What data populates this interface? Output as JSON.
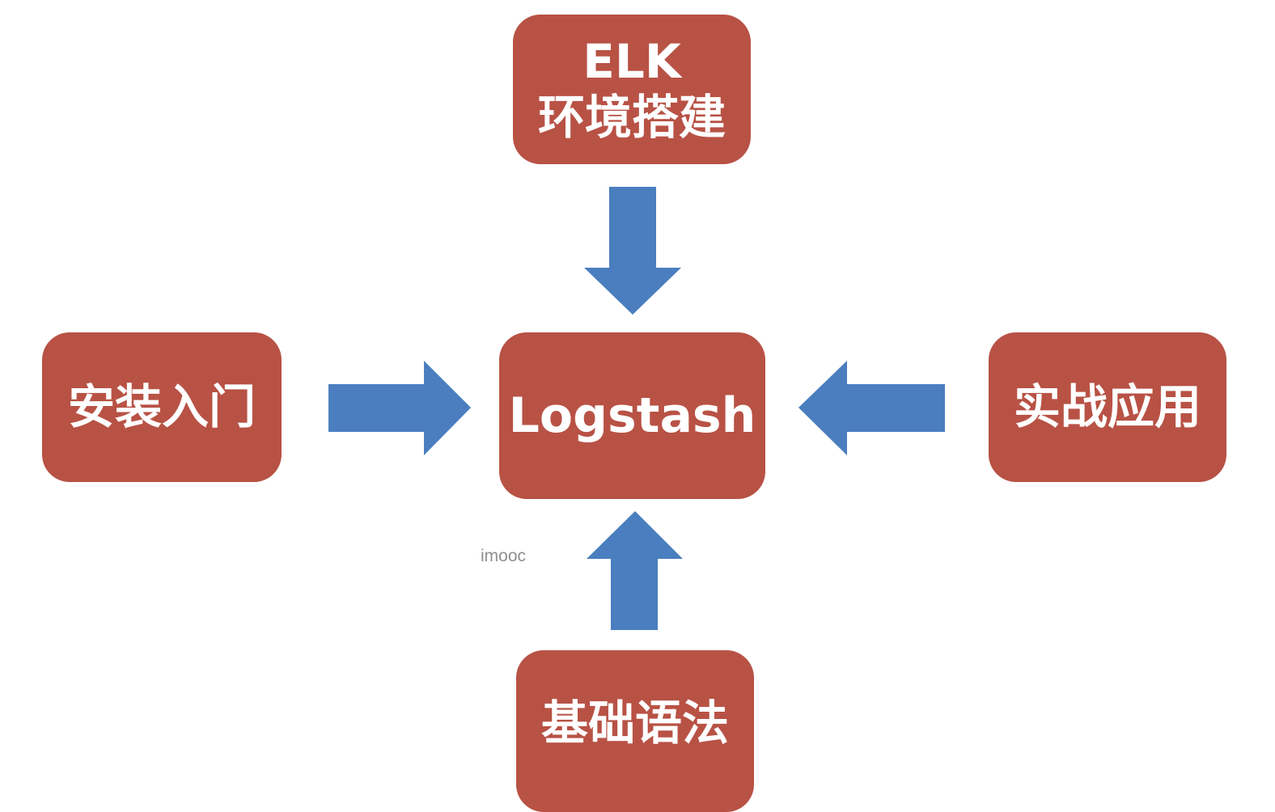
{
  "diagram": {
    "nodes": {
      "top": {
        "lines": [
          "ELK",
          "环境搭建"
        ]
      },
      "left": {
        "lines": [
          "安装入门"
        ]
      },
      "center": {
        "lines": [
          "Logstash"
        ]
      },
      "right": {
        "lines": [
          "实战应用"
        ]
      },
      "bottom": {
        "lines": [
          "基础语法"
        ]
      }
    },
    "edges": [
      {
        "from": "top",
        "to": "center"
      },
      {
        "from": "left",
        "to": "center"
      },
      {
        "from": "right",
        "to": "center"
      },
      {
        "from": "bottom",
        "to": "center"
      }
    ],
    "colors": {
      "node_fill": "#b85245",
      "node_text": "#ffffff",
      "arrow_fill": "#4a7ebf",
      "watermark": "#8f8f8f"
    }
  },
  "watermark": "imooc"
}
